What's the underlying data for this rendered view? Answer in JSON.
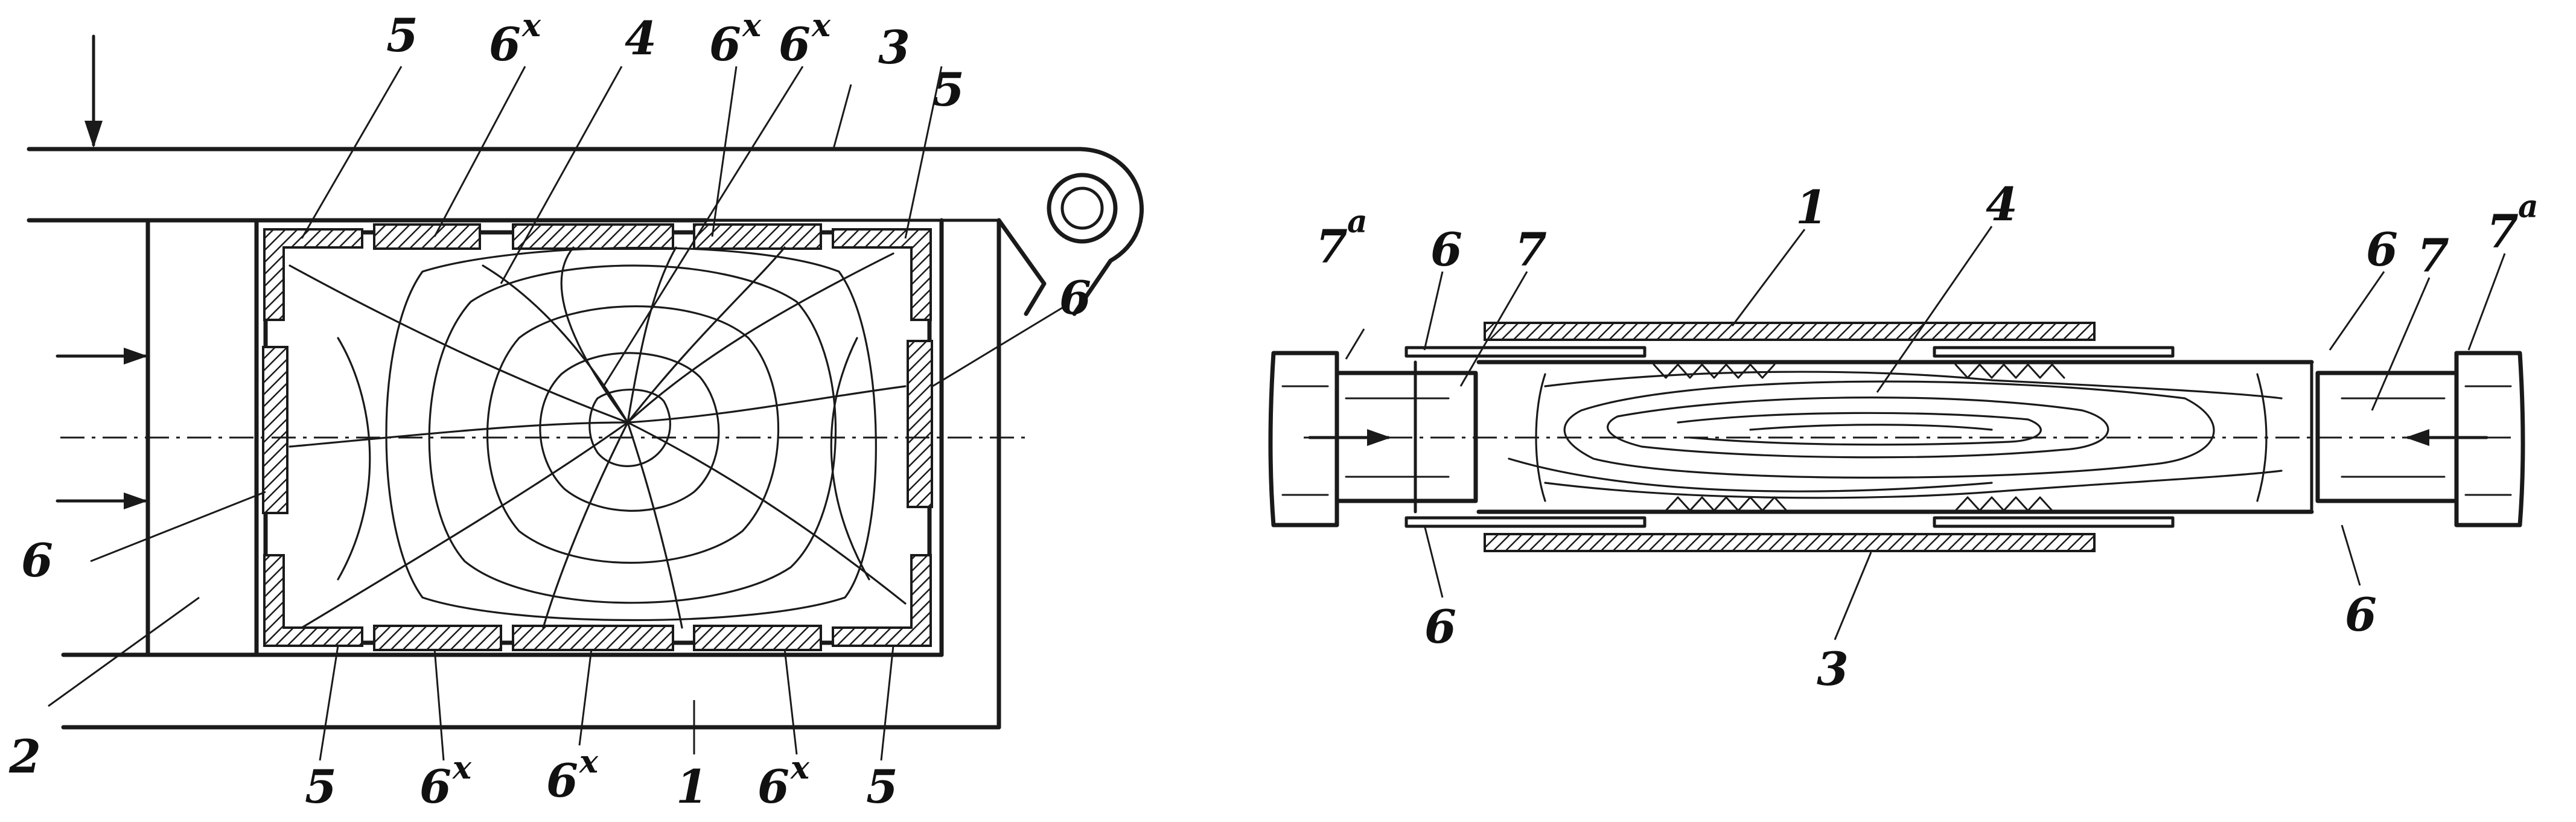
{
  "labels": {
    "l1": "1",
    "l2": "2",
    "l3": "3",
    "l4": "4",
    "l5": "5",
    "l6": "6",
    "l6x": "6",
    "sup_x": "x",
    "l7": "7",
    "l7a": "7",
    "sup_a": "a"
  }
}
